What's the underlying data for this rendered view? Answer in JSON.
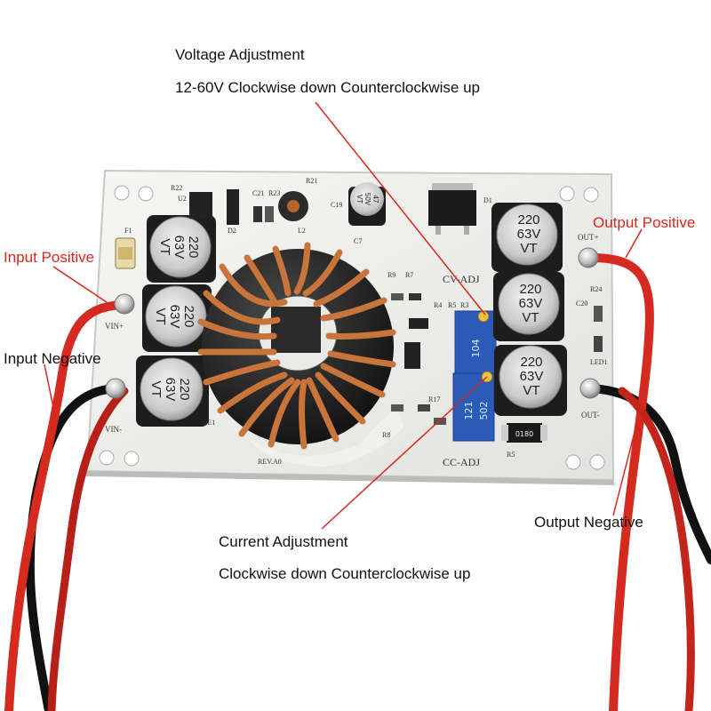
{
  "annotations": {
    "voltage_title": "Voltage Adjustment",
    "voltage_desc": "12-60V Clockwise down Counterclockwise up",
    "current_title": "Current Adjustment",
    "current_desc": "Clockwise down Counterclockwise up",
    "input_positive": "Input Positive",
    "input_negative": "Input Negative",
    "output_positive": "Output Positive",
    "output_negative": "Output Negative"
  },
  "board_text": {
    "cv_adj": "CV-ADJ",
    "cc_adj": "CC-ADJ",
    "vin_plus": "VIN+",
    "vin_minus": "VIN-",
    "out_plus": "OUT+",
    "out_minus": "OUT-",
    "rev": "REV.A0",
    "cap_value": "220",
    "cap_voltage": "63V",
    "cap_series": "VT",
    "small_cap_value": "47",
    "small_cap_voltage": "50V",
    "trim_cv": "104",
    "trim_cc": "502",
    "trim_cc_alt": "121",
    "ref_u2": "U2",
    "ref_f1": "F1",
    "ref_d1": "D1",
    "ref_d2": "D2",
    "ref_l2": "L2",
    "ref_r22": "R22",
    "ref_r21": "R21",
    "ref_r23": "R23",
    "ref_c21": "C21",
    "ref_c19": "C19",
    "ref_c7": "C7",
    "ref_ce1": "CE1",
    "ref_c20": "C20",
    "ref_r24": "R24",
    "ref_led1": "LED1",
    "ref_r5": "R5",
    "ref_r9": "R9",
    "ref_r7": "R7",
    "ref_r4": "R4",
    "ref_r3": "R3",
    "ref_r17": "R17",
    "ref_r8": "R8",
    "resistor_code": "0180"
  },
  "colors": {
    "board": "#eeeeec",
    "wire_red": "#d42a1f",
    "wire_black": "#1a1a1a",
    "copper": "#c9743a",
    "toroid": "#2a2a2a",
    "pot_blue": "#2a5bb8",
    "annotation_red": "#d8271c"
  }
}
